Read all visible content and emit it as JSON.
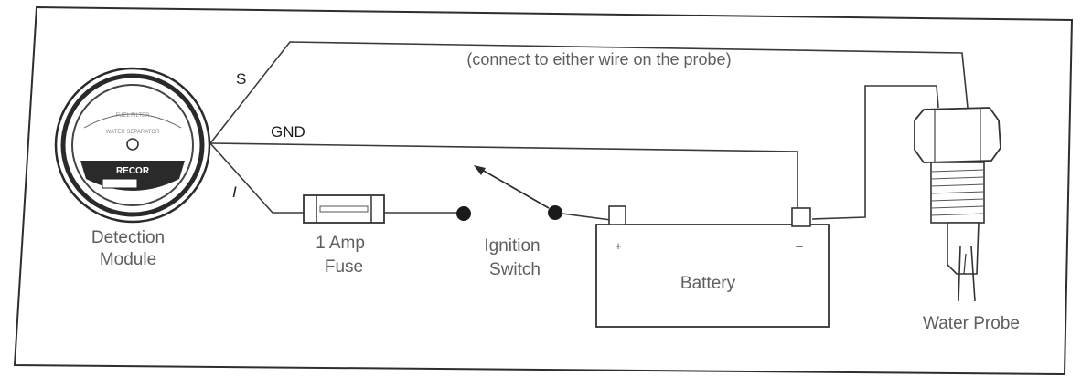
{
  "diagram": {
    "note": "(connect to either wire on the probe)",
    "wires": {
      "s": "S",
      "gnd": "GND",
      "i": "I"
    },
    "detection_module": {
      "label_line1": "Detection",
      "label_line2": "Module",
      "face_line1": "FUEL FILTER",
      "face_line2": "WATER SEPARATOR",
      "brand": "RECOR"
    },
    "fuse": {
      "label_line1": "1 Amp",
      "label_line2": "Fuse"
    },
    "switch": {
      "label_line1": "Ignition",
      "label_line2": "Switch"
    },
    "battery": {
      "label": "Battery",
      "plus": "+",
      "minus": "–"
    },
    "probe": {
      "label": "Water Probe"
    },
    "colors": {
      "line": "#3a3a3a",
      "text": "#5e5e5e",
      "paper": "#ffffff"
    }
  }
}
